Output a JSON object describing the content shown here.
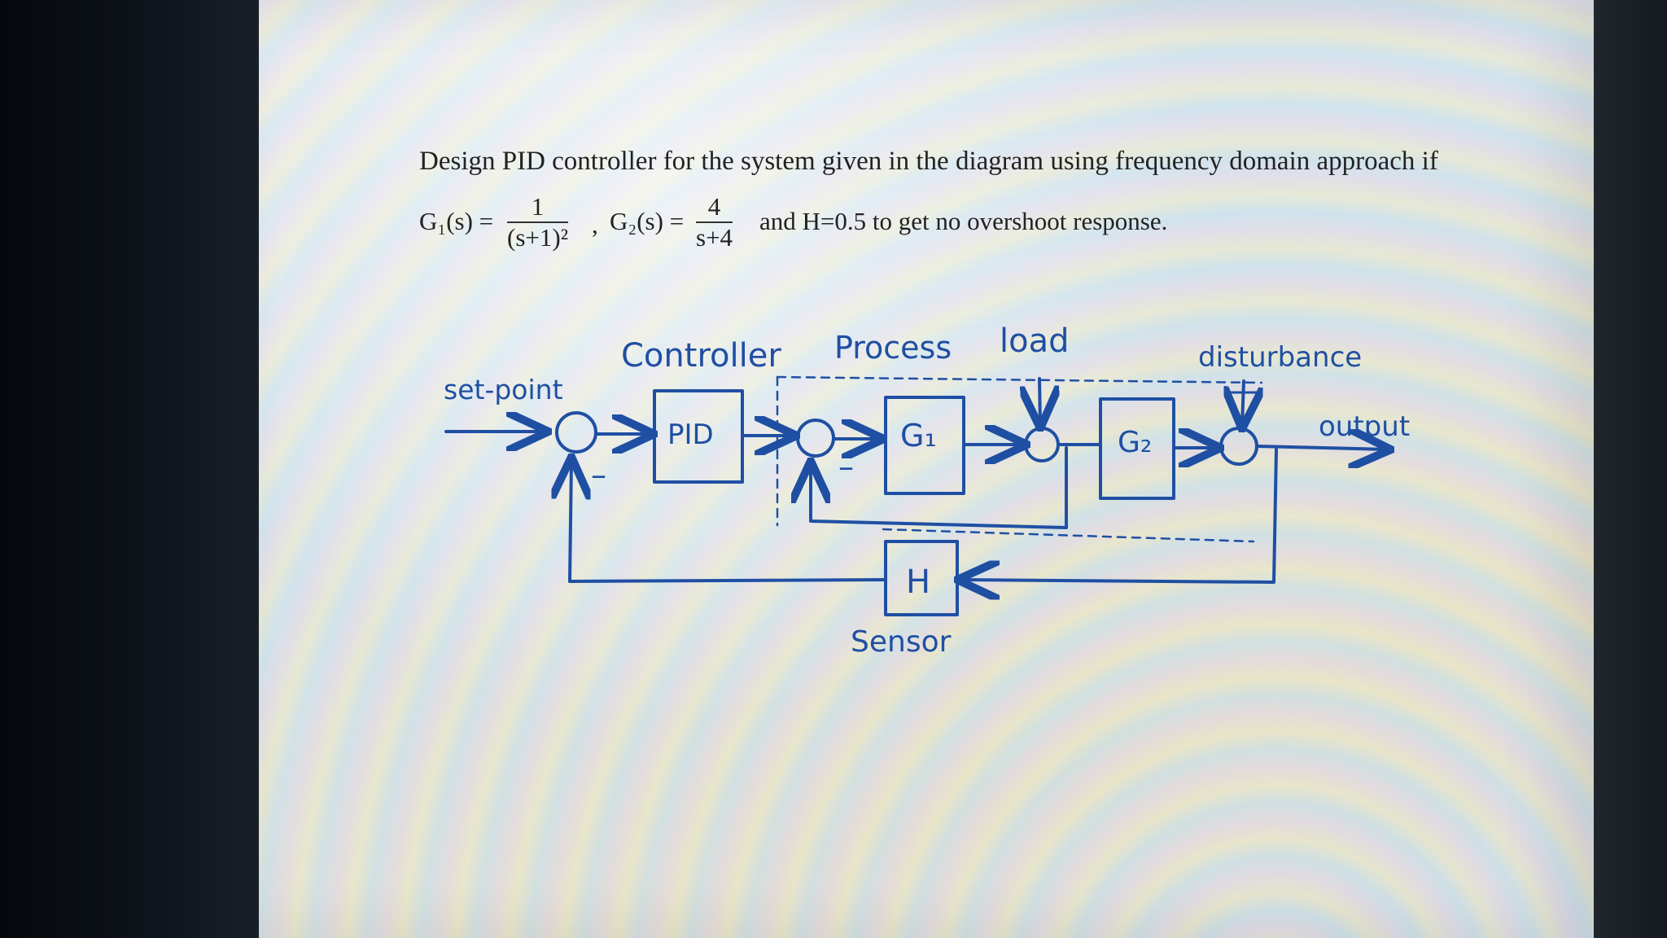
{
  "problem": {
    "line1": "Design PID controller for the system given in the diagram using frequency domain approach if",
    "g1_lhs": "G₁(s) =",
    "g1_num": "1",
    "g1_den": "(s+1)²",
    "comma": ",",
    "g2_lhs": "G₂(s) =",
    "g2_num": "4",
    "g2_den": "s+4",
    "tail": "and H=0.5 to get no overshoot response."
  },
  "diagram": {
    "labels": {
      "controller": "Controller",
      "process": "Process",
      "load": "load",
      "disturbance": "disturbance",
      "setpoint": "set-point",
      "output": "output",
      "sensor": "Sensor",
      "minus1": "–",
      "minus2": "–"
    },
    "blocks": {
      "pid": "PID",
      "g1": "G₁",
      "g2": "G₂",
      "h": "H"
    }
  },
  "colors": {
    "ink": "#1f4fa3",
    "text": "#222222"
  }
}
